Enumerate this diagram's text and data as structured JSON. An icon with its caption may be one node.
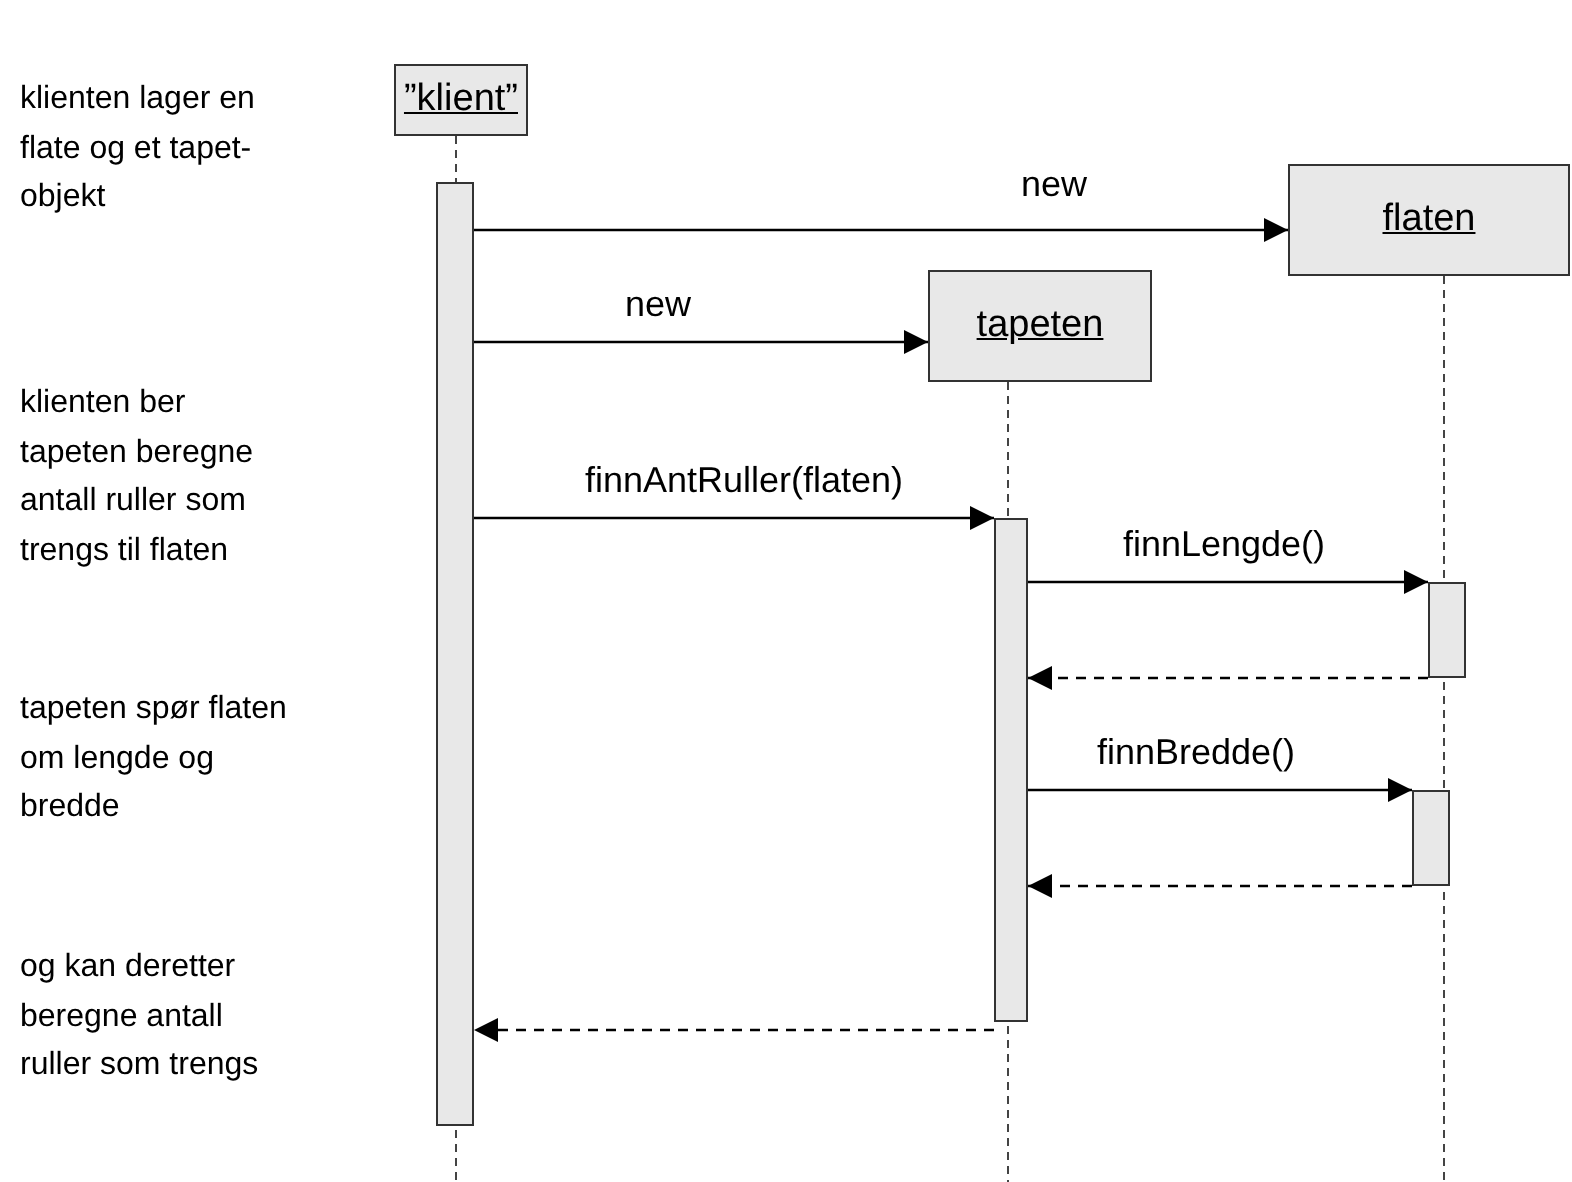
{
  "diagram": {
    "nodes": [
      {
        "text": [
          "”klient”"
        ]
      },
      {
        "text": [
          "flaten"
        ]
      },
      {
        "text": [
          "tapeten"
        ]
      },
      {
        "text": [],
        "shape": "bar"
      },
      {
        "text": [],
        "shape": "bar"
      },
      {
        "text": [],
        "shape": "bar"
      },
      {
        "text": [],
        "shape": "bar"
      }
    ],
    "edges": [
      {
        "from": 3,
        "to": 1,
        "arrow": "to",
        "label": "new"
      },
      {
        "from": 3,
        "to": 2,
        "arrow": "to",
        "label": "new"
      },
      {
        "from": 3,
        "to": 4,
        "arrow": "to",
        "label": "finnAntRuller(flaten)"
      },
      {
        "from": 4,
        "to": 5,
        "arrow": "to",
        "label": "finnLengde()"
      },
      {
        "from": 5,
        "to": 4,
        "arrow": "to",
        "style": "dashed"
      },
      {
        "from": 4,
        "to": 6,
        "arrow": "to",
        "label": "finnBredde()"
      },
      {
        "from": 6,
        "to": 4,
        "arrow": "to",
        "style": "dashed"
      },
      {
        "from": 4,
        "to": 3,
        "arrow": "to",
        "style": "dashed"
      }
    ],
    "labels": [
      "klienten lager en flate og et tapet- objekt",
      "klienten ber tapeten beregne antall ruller som trengs til flaten",
      "tapeten spør flaten om lengde og bredde",
      "og kan deretter beregne antall ruller som trengs"
    ]
  }
}
